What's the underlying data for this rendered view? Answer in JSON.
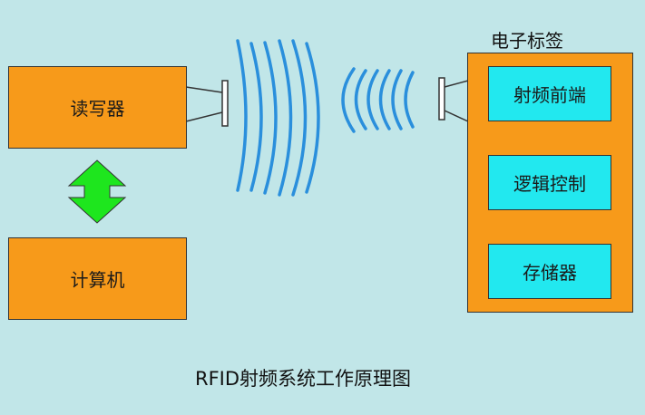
{
  "reader": {
    "label": "读写器"
  },
  "computer": {
    "label": "计算机"
  },
  "tag": {
    "title": "电子标签",
    "modules": [
      "射频前端",
      "逻辑控制",
      "存储器"
    ]
  },
  "caption": "RFID射频系统工作原理图",
  "colors": {
    "background": "#c1e6e8",
    "box_fill": "#f79a1a",
    "module_fill": "#22e8ef",
    "arrow_fill": "#1ee61e",
    "wave_stroke": "#2a8fdc"
  },
  "icons": {
    "antenna": "reader-antenna-icon",
    "tag_antenna": "tag-antenna-icon",
    "waves": "radio-wave-icon"
  }
}
